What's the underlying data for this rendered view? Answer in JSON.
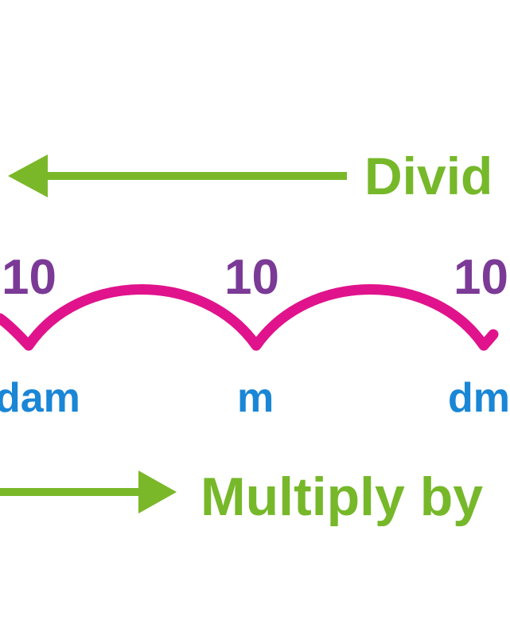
{
  "divide_label": "Divid",
  "multiply_label": "Multiply by",
  "factors": [
    "10",
    "10",
    "10"
  ],
  "units": [
    "dam",
    "m",
    "dm"
  ],
  "colors": {
    "arrow": "#7ab829",
    "label_green": "#76b82a",
    "factor": "#7b3a96",
    "unit": "#1a86d6",
    "arc": "#e0138c"
  }
}
